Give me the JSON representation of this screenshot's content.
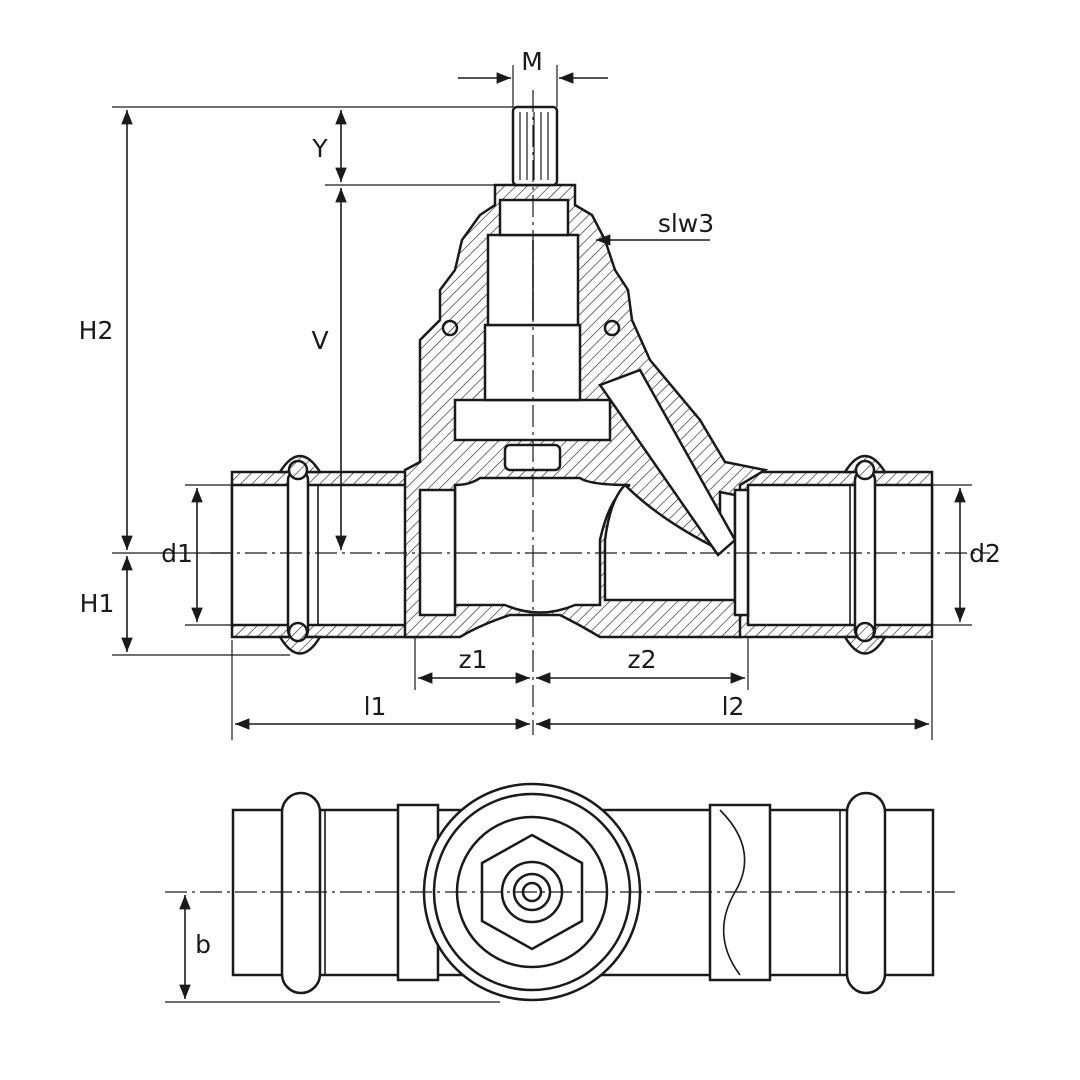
{
  "drawing": {
    "title": "Valve dimension drawing",
    "labels": {
      "M": "M",
      "Y": "Y",
      "H2": "H2",
      "V": "V",
      "slw3": "slw3",
      "d1": "d1",
      "d2": "d2",
      "H1": "H1",
      "z1": "z1",
      "z2": "z2",
      "l1": "l1",
      "l2": "l2",
      "b": "b"
    },
    "colors": {
      "line": "#1a1a1a",
      "background": "#ffffff"
    }
  }
}
